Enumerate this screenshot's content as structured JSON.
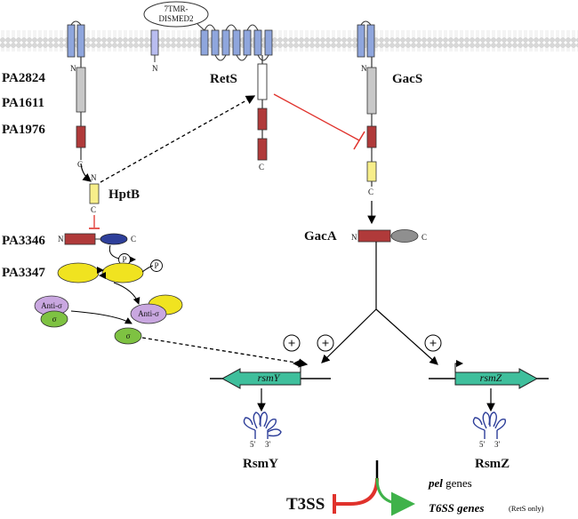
{
  "membrane_domain": {
    "line1": "7TMR-",
    "line2": "DISMED2"
  },
  "terminals": {
    "n": "N",
    "c": "C"
  },
  "proteins": {
    "pa2824": "PA2824",
    "pa1611": "PA1611",
    "pa1976": "PA1976",
    "rets": "RetS",
    "gacs": "GacS",
    "hptb": "HptB",
    "pa3346": "PA3346",
    "pa3347": "PA3347",
    "gaca": "GacA",
    "anti_sigma": "Anti-σ",
    "sigma": "σ",
    "phospho": "P",
    "plus": "+"
  },
  "genes": {
    "rsmy": "rsmY",
    "rsmz": "rsmZ"
  },
  "rna": {
    "rsmy": "RsmY",
    "rsmz": "RsmZ",
    "five": "5'",
    "three": "3'"
  },
  "outputs": {
    "t3ss": "T3SS",
    "pel_italic": "pel",
    "pel_rest": " genes",
    "t6ss": "T6SS genes",
    "rets_only": "(RetS only)"
  },
  "colors": {
    "tm_blue": "#8fa6dd",
    "tm_lavender": "#b9bdf0",
    "hk_gray": "#c8c8c8",
    "rec_red": "#b03a3a",
    "hpt_yellow": "#f7ee8a",
    "ellipse_yellow": "#f0e320",
    "anti_sigma_purple": "#c9a7e0",
    "sigma_green": "#7ec242",
    "gene_teal": "#3fbf9c",
    "inhibit_red": "#e0322c",
    "activate_green": "#3fb24a",
    "gaca_blue": "#2e3f9a",
    "gaca_gray": "#8f8f8f"
  }
}
